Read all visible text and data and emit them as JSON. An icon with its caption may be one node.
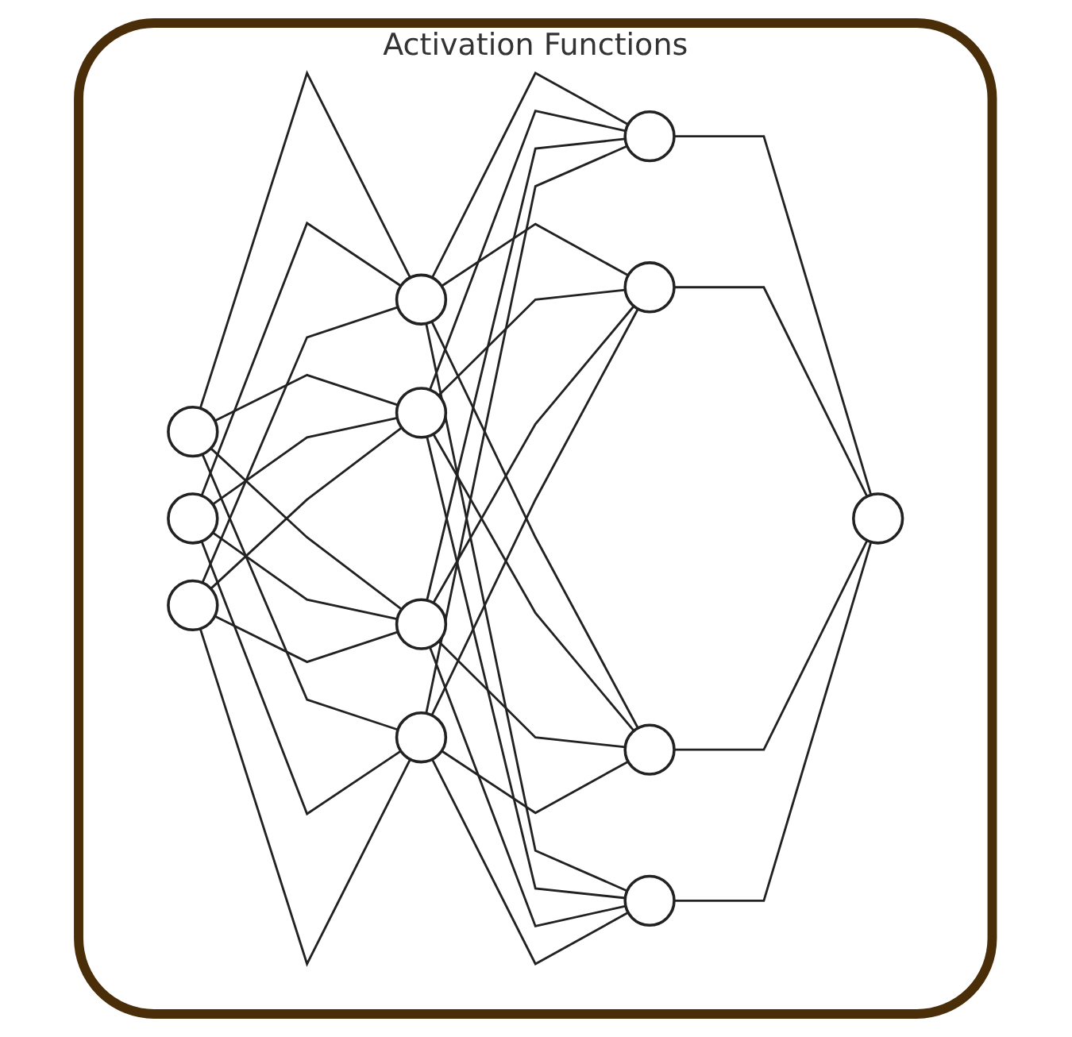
{
  "diagram": {
    "nodes": [
      {
        "text": [
          "Activation Functions"
        ]
      },
      {
        "text": [],
        "shape": "circle",
        "in": 0
      },
      {
        "text": [],
        "shape": "circle",
        "in": 0
      },
      {
        "text": [],
        "shape": "circle",
        "in": 0
      },
      {
        "text": [],
        "shape": "circle",
        "in": 0
      },
      {
        "text": [],
        "shape": "circle",
        "in": 0
      },
      {
        "text": [],
        "shape": "circle",
        "in": 0
      },
      {
        "text": [],
        "shape": "circle",
        "in": 0
      },
      {
        "text": [],
        "shape": "circle",
        "in": 0
      },
      {
        "text": [],
        "shape": "circle",
        "in": 0
      },
      {
        "text": [],
        "shape": "circle",
        "in": 0
      },
      {
        "text": [],
        "shape": "circle",
        "in": 0
      },
      {
        "text": [],
        "shape": "circle",
        "in": 0
      }
    ],
    "edges": [
      {
        "from": 1,
        "to": 4,
        "arrow": "none"
      },
      {
        "from": 1,
        "to": 5,
        "arrow": "none"
      },
      {
        "from": 1,
        "to": 6,
        "arrow": "none"
      },
      {
        "from": 1,
        "to": 7,
        "arrow": "none"
      },
      {
        "from": 2,
        "to": 4,
        "arrow": "none"
      },
      {
        "from": 2,
        "to": 5,
        "arrow": "none"
      },
      {
        "from": 2,
        "to": 6,
        "arrow": "none"
      },
      {
        "from": 2,
        "to": 7,
        "arrow": "none"
      },
      {
        "from": 3,
        "to": 4,
        "arrow": "none"
      },
      {
        "from": 3,
        "to": 5,
        "arrow": "none"
      },
      {
        "from": 3,
        "to": 6,
        "arrow": "none"
      },
      {
        "from": 3,
        "to": 7,
        "arrow": "none"
      },
      {
        "from": 4,
        "to": 8,
        "arrow": "none"
      },
      {
        "from": 4,
        "to": 9,
        "arrow": "none"
      },
      {
        "from": 4,
        "to": 10,
        "arrow": "none"
      },
      {
        "from": 4,
        "to": 11,
        "arrow": "none"
      },
      {
        "from": 5,
        "to": 8,
        "arrow": "none"
      },
      {
        "from": 5,
        "to": 9,
        "arrow": "none"
      },
      {
        "from": 5,
        "to": 10,
        "arrow": "none"
      },
      {
        "from": 5,
        "to": 11,
        "arrow": "none"
      },
      {
        "from": 6,
        "to": 8,
        "arrow": "none"
      },
      {
        "from": 6,
        "to": 9,
        "arrow": "none"
      },
      {
        "from": 6,
        "to": 10,
        "arrow": "none"
      },
      {
        "from": 6,
        "to": 11,
        "arrow": "none"
      },
      {
        "from": 7,
        "to": 8,
        "arrow": "none"
      },
      {
        "from": 7,
        "to": 9,
        "arrow": "none"
      },
      {
        "from": 7,
        "to": 10,
        "arrow": "none"
      },
      {
        "from": 7,
        "to": 11,
        "arrow": "none"
      },
      {
        "from": 8,
        "to": 12,
        "arrow": "none"
      },
      {
        "from": 9,
        "to": 12,
        "arrow": "none"
      },
      {
        "from": 10,
        "to": 12,
        "arrow": "none"
      },
      {
        "from": 11,
        "to": 12,
        "arrow": "none"
      }
    ]
  }
}
